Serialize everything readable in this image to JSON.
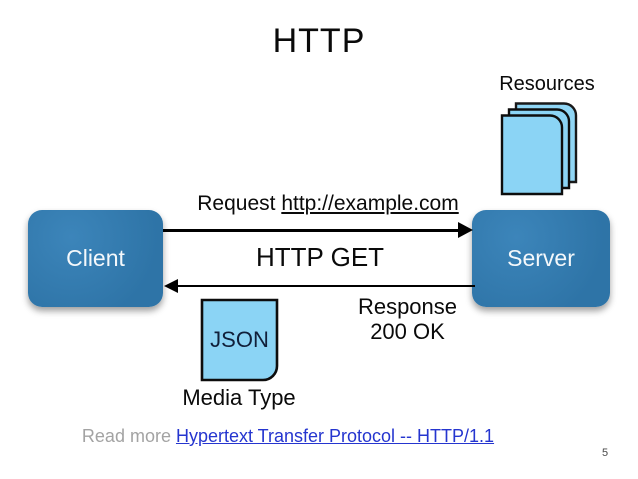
{
  "slide": {
    "title": "HTTP",
    "page_number": "5"
  },
  "diagram": {
    "client_label": "Client",
    "server_label": "Server",
    "resources_label": "Resources",
    "request_prefix": "Request ",
    "request_url": "http://example.com",
    "http_get_label": "HTTP GET",
    "response_line1": "Response",
    "response_line2": "200 OK",
    "json_label": "JSON",
    "media_type_label": "Media Type"
  },
  "footer": {
    "read_more_prefix": "Read more ",
    "link_text": "Hypertext Transfer Protocol -- HTTP/1.1"
  },
  "colors": {
    "box_blue": "#2e74a7",
    "box_blue_light": "#3c85ba",
    "page_light_blue": "#8bd4f5",
    "outline_black": "#0d0d0d",
    "link_blue": "#2535cf",
    "read_more_gray": "#a3a3a3"
  }
}
